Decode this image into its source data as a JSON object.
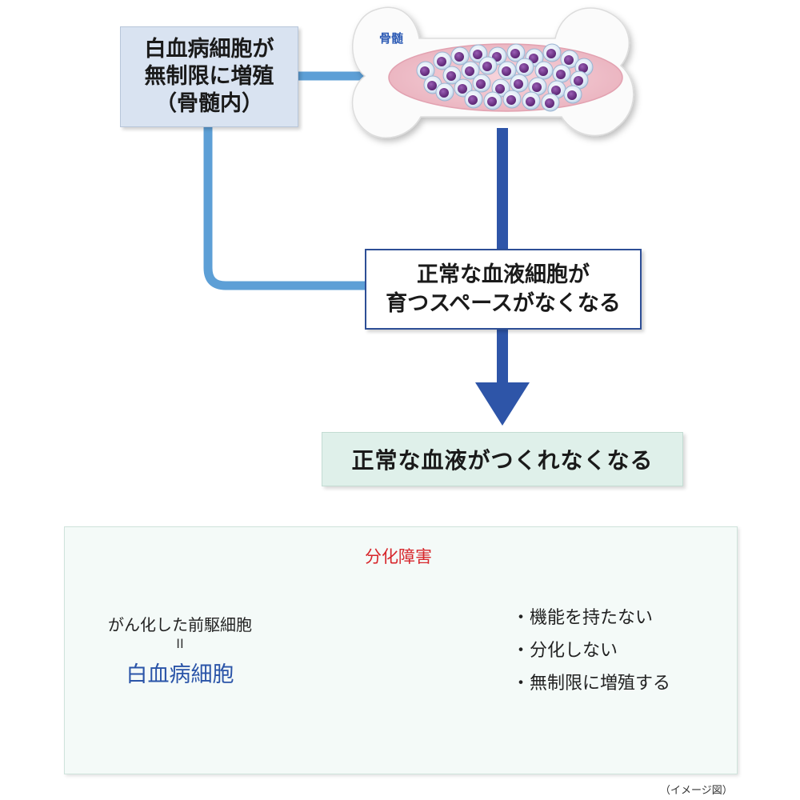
{
  "bone": {
    "label": "骨髄"
  },
  "top_left_box": {
    "lines": [
      "白血病細胞が",
      "無制限に増殖",
      "（骨髄内）"
    ]
  },
  "middle_box": {
    "lines": [
      "正常な血液細胞が",
      "育つスペースがなくなる"
    ]
  },
  "result_box": {
    "text": "正常な血液がつくれなくなる"
  },
  "bottom_panel": {
    "title": "分化障害",
    "precursor": "がん化した前駆細胞",
    "equals": "II",
    "leukemia": "白血病細胞",
    "bullets": [
      "・機能を持たない",
      "・分化しない",
      "・無制限に増殖する"
    ]
  },
  "caption": "（イメージ図）",
  "colors": {
    "connector_light": "#5d9fd6",
    "connector_dark": "#2e55a8",
    "cross": "#e8454f",
    "cell_purple": "#6d2f8a",
    "cell_orange": "#e38a2b",
    "cell_green": "#4a8a2b",
    "neutrophil_granules": "#d94b6e"
  }
}
